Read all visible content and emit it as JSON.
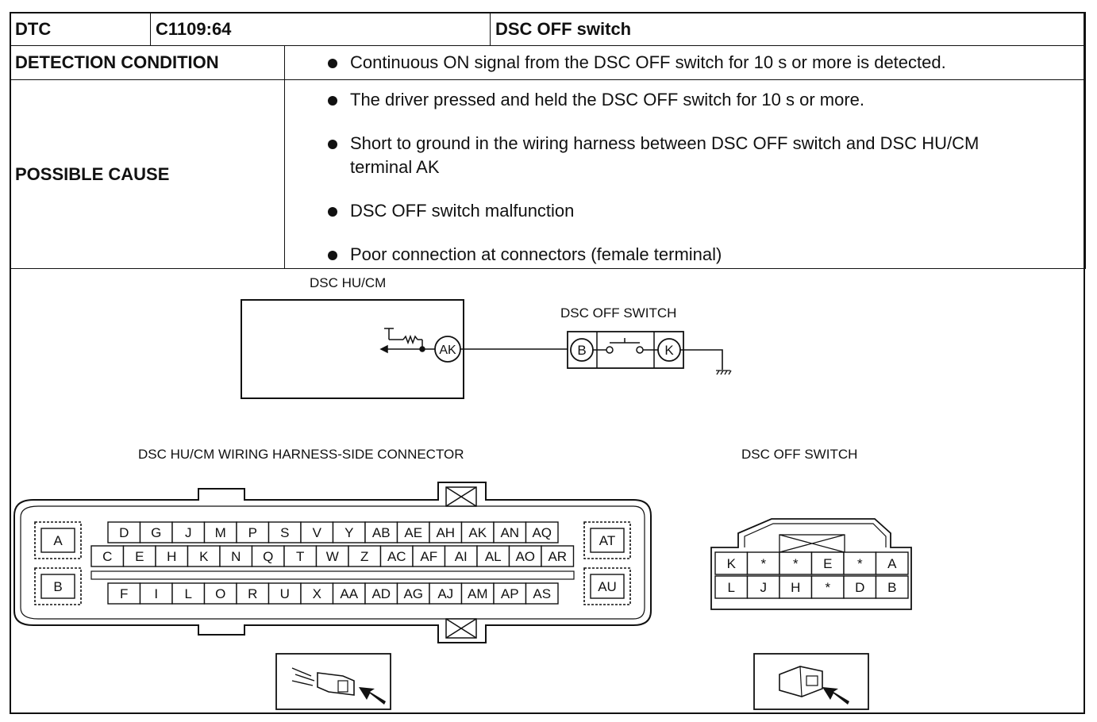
{
  "header": {
    "dtc_label": "DTC",
    "dtc_code": "C1109:64",
    "dtc_name": "DSC OFF switch"
  },
  "detection": {
    "label": "DETECTION CONDITION",
    "items": [
      "Continuous ON signal from the DSC OFF switch for 10 s or more is detected."
    ]
  },
  "cause": {
    "label": "POSSIBLE CAUSE",
    "items": [
      "The driver pressed and held the DSC OFF switch for 10 s or more.",
      "Short to ground in the wiring harness between DSC OFF switch and DSC HU/CM terminal AK",
      "DSC OFF switch malfunction",
      "Poor connection at connectors (female terminal)"
    ]
  },
  "diagram": {
    "unit_label": "DSC HU/CM",
    "unit_terminal": "AK",
    "switch_label": "DSC OFF SWITCH",
    "switch_term_b": "B",
    "switch_term_k": "K",
    "harness_connector_label": "DSC HU/CM WIRING HARNESS-SIDE CONNECTOR",
    "switch_connector_label": "DSC OFF SWITCH",
    "side_pins_left": [
      "A",
      "B"
    ],
    "side_pins_right": [
      "AT",
      "AU"
    ],
    "row1": [
      "D",
      "G",
      "J",
      "M",
      "P",
      "S",
      "V",
      "Y",
      "AB",
      "AE",
      "AH",
      "AK",
      "AN",
      "AQ"
    ],
    "row2": [
      "C",
      "E",
      "H",
      "K",
      "N",
      "Q",
      "T",
      "W",
      "Z",
      "AC",
      "AF",
      "AI",
      "AL",
      "AO",
      "AR"
    ],
    "row3": [
      "F",
      "I",
      "L",
      "O",
      "R",
      "U",
      "X",
      "AA",
      "AD",
      "AG",
      "AJ",
      "AM",
      "AP",
      "AS"
    ],
    "sw_row1": [
      "K",
      "*",
      "*",
      "E",
      "*",
      "A"
    ],
    "sw_row2": [
      "L",
      "J",
      "H",
      "*",
      "D",
      "B"
    ]
  }
}
